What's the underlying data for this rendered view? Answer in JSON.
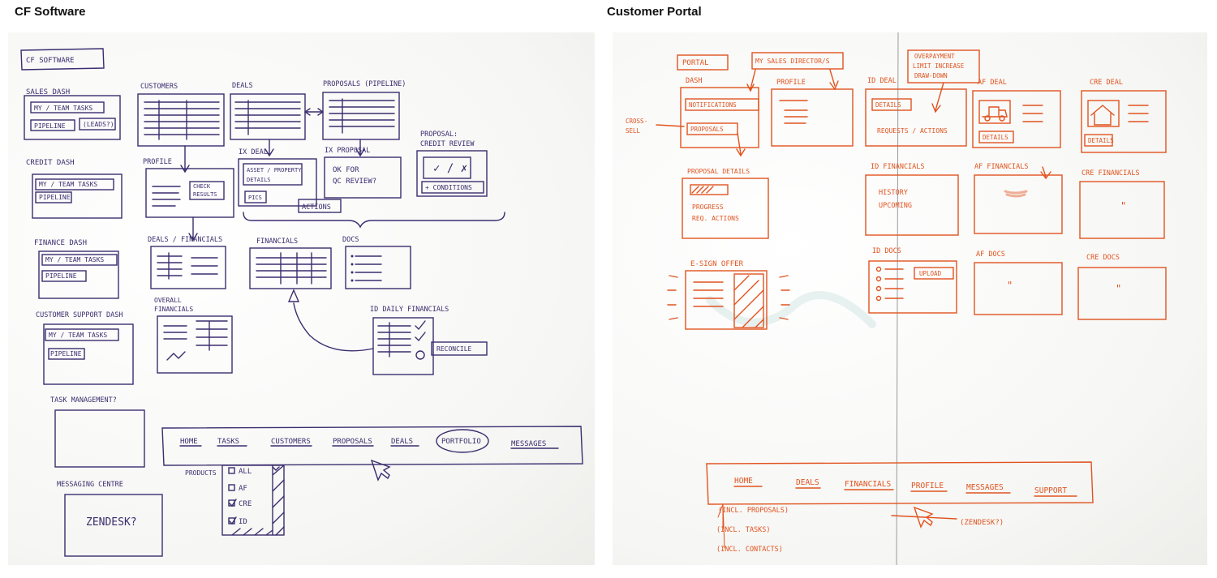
{
  "captions": {
    "left": "CF Software",
    "right": "Customer Portal"
  },
  "colors": {
    "left_ink": "#3b2d6e",
    "right_ink": "#e1531f",
    "board_bg": "#f7f7f5"
  },
  "left": {
    "title": "CF SOFTWARE",
    "sales_dash": {
      "label": "SALES DASH",
      "tasks": "MY / TEAM TASKS",
      "pipeline": "PIPELINE",
      "leads": "(LEADS?)"
    },
    "credit_dash": {
      "label": "CREDIT DASH",
      "tasks": "MY / TEAM TASKS",
      "pipeline": "PIPELINE"
    },
    "finance_dash": {
      "label": "FINANCE DASH",
      "tasks": "MY / TEAM TASKS",
      "pipeline": "PIPELINE"
    },
    "support_dash": {
      "label": "CUSTOMER SUPPORT DASH",
      "tasks": "MY / TEAM TASKS",
      "pipeline": "PIPELINE"
    },
    "customers": "CUSTOMERS",
    "profile": {
      "label": "PROFILE",
      "check": "CHECK",
      "results": "RESULTS"
    },
    "deals_financials": "DEALS / FINANCIALS",
    "overall_financials": {
      "line1": "OVERALL",
      "line2": "FINANCIALS"
    },
    "deals": "DEALS",
    "ix_deal": {
      "label": "IX DEAL",
      "asset": "ASSET / PROPERTY",
      "details": "DETAILS",
      "pics": "PICS"
    },
    "proposals": "PROPOSALS (PIPELINE)",
    "ix_proposal": {
      "label": "IX PROPOSAL",
      "line1": "OK FOR",
      "line2": "QC REVIEW?"
    },
    "actions": "ACTIONS",
    "credit_review": {
      "line1": "PROPOSAL:",
      "line2": "CREDIT REVIEW",
      "check": "✓ / ✗",
      "conditions": "+ CONDITIONS"
    },
    "financials": "FINANCIALS",
    "docs": "DOCS",
    "id_daily": "ID DAILY FINANCIALS",
    "reconcile": "RECONCILE",
    "task_mgmt": "TASK MANAGEMENT?",
    "messaging": "MESSAGING CENTRE",
    "zendesk": "ZENDESK?",
    "nav": [
      "HOME",
      "TASKS",
      "CUSTOMERS",
      "PROPOSALS",
      "DEALS",
      "PORTFOLIO",
      "MESSAGES"
    ],
    "products": {
      "label": "PRODUCTS",
      "options": [
        "ALL",
        "AF",
        "CRE",
        "ID"
      ]
    }
  },
  "right": {
    "portal": "PORTAL",
    "sales_director": "MY SALES DIRECTOR/S",
    "overpayment": {
      "line1": "OVERPAYMENT",
      "line2": "LIMIT INCREASE",
      "line3": "DRAW-DOWN"
    },
    "dash": {
      "label": "DASH",
      "notifications": "NOTIFICATIONS",
      "proposals": "PROPOSALS"
    },
    "cross_sell": {
      "line1": "CROSS-",
      "line2": "SELL"
    },
    "profile": "PROFILE",
    "id_deal": {
      "label": "ID DEAL",
      "details": "DETAILS",
      "requests": "REQUESTS / ACTIONS"
    },
    "af_deal": {
      "label": "AF DEAL",
      "details": "DETAILS"
    },
    "cre_deal": {
      "label": "CRE DEAL",
      "details": "DETAILS"
    },
    "proposal_details": {
      "label": "PROPOSAL DETAILS",
      "progress": "PROGRESS",
      "actions": "REQ. ACTIONS"
    },
    "id_financials": {
      "label": "ID FINANCIALS",
      "history": "HISTORY",
      "upcoming": "UPCOMING"
    },
    "af_financials": "AF FINANCIALS",
    "cre_financials": "CRE FINANCIALS",
    "ditto": "\"",
    "esign": "E-SIGN OFFER",
    "id_docs": {
      "label": "ID DOCS",
      "upload": "UPLOAD"
    },
    "af_docs": "AF DOCS",
    "cre_docs": "CRE DOCS",
    "nav": [
      "HOME",
      "DEALS",
      "FINANCIALS",
      "PROFILE",
      "MESSAGES",
      "SUPPORT"
    ],
    "incl": [
      "(INCL. PROPOSALS)",
      "(INCL. TASKS)",
      "(INCL. CONTACTS)"
    ],
    "zendesk": "(ZENDESK?)"
  }
}
